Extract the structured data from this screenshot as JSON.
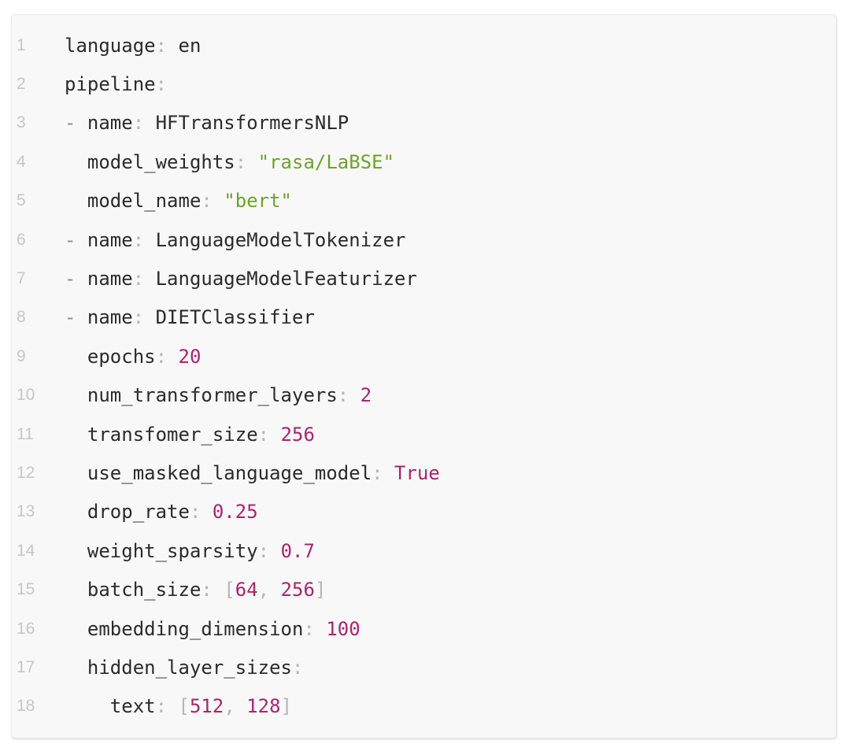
{
  "code_block": {
    "language": "yaml",
    "colors": {
      "block_bg": "#f8f8f8",
      "block_border": "#e9e9e9",
      "line_number": "#c7c7c9",
      "key_text": "#2b2b2b",
      "plain_text": "#2b2b2b",
      "punctuation": "#b6b6ba",
      "dash": "#8c8c90",
      "string": "#70a229",
      "number": "#a8256d",
      "boolean": "#a8256d",
      "page_bg": "#ffffff"
    },
    "lines": [
      {
        "num": "1",
        "tokens": [
          [
            "k",
            "language"
          ],
          [
            "p",
            ":"
          ],
          [
            "t",
            " en"
          ]
        ]
      },
      {
        "num": "2",
        "tokens": [
          [
            "k",
            "pipeline"
          ],
          [
            "p",
            ":"
          ]
        ]
      },
      {
        "num": "3",
        "tokens": [
          [
            "d",
            "- "
          ],
          [
            "k",
            "name"
          ],
          [
            "p",
            ":"
          ],
          [
            "t",
            " HFTransformersNLP"
          ]
        ]
      },
      {
        "num": "4",
        "tokens": [
          [
            "w",
            "  "
          ],
          [
            "k",
            "model_weights"
          ],
          [
            "p",
            ":"
          ],
          [
            "t",
            " "
          ],
          [
            "s",
            "\"rasa/LaBSE\""
          ]
        ]
      },
      {
        "num": "5",
        "tokens": [
          [
            "w",
            "  "
          ],
          [
            "k",
            "model_name"
          ],
          [
            "p",
            ":"
          ],
          [
            "t",
            " "
          ],
          [
            "s",
            "\"bert\""
          ]
        ]
      },
      {
        "num": "6",
        "tokens": [
          [
            "d",
            "- "
          ],
          [
            "k",
            "name"
          ],
          [
            "p",
            ":"
          ],
          [
            "t",
            " LanguageModelTokenizer"
          ]
        ]
      },
      {
        "num": "7",
        "tokens": [
          [
            "d",
            "- "
          ],
          [
            "k",
            "name"
          ],
          [
            "p",
            ":"
          ],
          [
            "t",
            " LanguageModelFeaturizer"
          ]
        ]
      },
      {
        "num": "8",
        "tokens": [
          [
            "d",
            "- "
          ],
          [
            "k",
            "name"
          ],
          [
            "p",
            ":"
          ],
          [
            "t",
            " DIETClassifier"
          ]
        ]
      },
      {
        "num": "9",
        "tokens": [
          [
            "w",
            "  "
          ],
          [
            "k",
            "epochs"
          ],
          [
            "p",
            ":"
          ],
          [
            "t",
            " "
          ],
          [
            "n",
            "20"
          ]
        ]
      },
      {
        "num": "10",
        "tokens": [
          [
            "w",
            "  "
          ],
          [
            "k",
            "num_transformer_layers"
          ],
          [
            "p",
            ":"
          ],
          [
            "t",
            " "
          ],
          [
            "n",
            "2"
          ]
        ]
      },
      {
        "num": "11",
        "tokens": [
          [
            "w",
            "  "
          ],
          [
            "k",
            "transfomer_size"
          ],
          [
            "p",
            ":"
          ],
          [
            "t",
            " "
          ],
          [
            "n",
            "256"
          ]
        ]
      },
      {
        "num": "12",
        "tokens": [
          [
            "w",
            "  "
          ],
          [
            "k",
            "use_masked_language_model"
          ],
          [
            "p",
            ":"
          ],
          [
            "t",
            " "
          ],
          [
            "b",
            "True"
          ]
        ]
      },
      {
        "num": "13",
        "tokens": [
          [
            "w",
            "  "
          ],
          [
            "k",
            "drop_rate"
          ],
          [
            "p",
            ":"
          ],
          [
            "t",
            " "
          ],
          [
            "n",
            "0.25"
          ]
        ]
      },
      {
        "num": "14",
        "tokens": [
          [
            "w",
            "  "
          ],
          [
            "k",
            "weight_sparsity"
          ],
          [
            "p",
            ":"
          ],
          [
            "t",
            " "
          ],
          [
            "n",
            "0.7"
          ]
        ]
      },
      {
        "num": "15",
        "tokens": [
          [
            "w",
            "  "
          ],
          [
            "k",
            "batch_size"
          ],
          [
            "p",
            ":"
          ],
          [
            "t",
            " "
          ],
          [
            "p",
            "["
          ],
          [
            "n",
            "64"
          ],
          [
            "p",
            ", "
          ],
          [
            "n",
            "256"
          ],
          [
            "p",
            "]"
          ]
        ]
      },
      {
        "num": "16",
        "tokens": [
          [
            "w",
            "  "
          ],
          [
            "k",
            "embedding_dimension"
          ],
          [
            "p",
            ":"
          ],
          [
            "t",
            " "
          ],
          [
            "n",
            "100"
          ]
        ]
      },
      {
        "num": "17",
        "tokens": [
          [
            "w",
            "  "
          ],
          [
            "k",
            "hidden_layer_sizes"
          ],
          [
            "p",
            ":"
          ]
        ]
      },
      {
        "num": "18",
        "tokens": [
          [
            "w",
            "    "
          ],
          [
            "k",
            "text"
          ],
          [
            "p",
            ":"
          ],
          [
            "t",
            " "
          ],
          [
            "p",
            "["
          ],
          [
            "n",
            "512"
          ],
          [
            "p",
            ", "
          ],
          [
            "n",
            "128"
          ],
          [
            "p",
            "]"
          ]
        ]
      }
    ]
  }
}
